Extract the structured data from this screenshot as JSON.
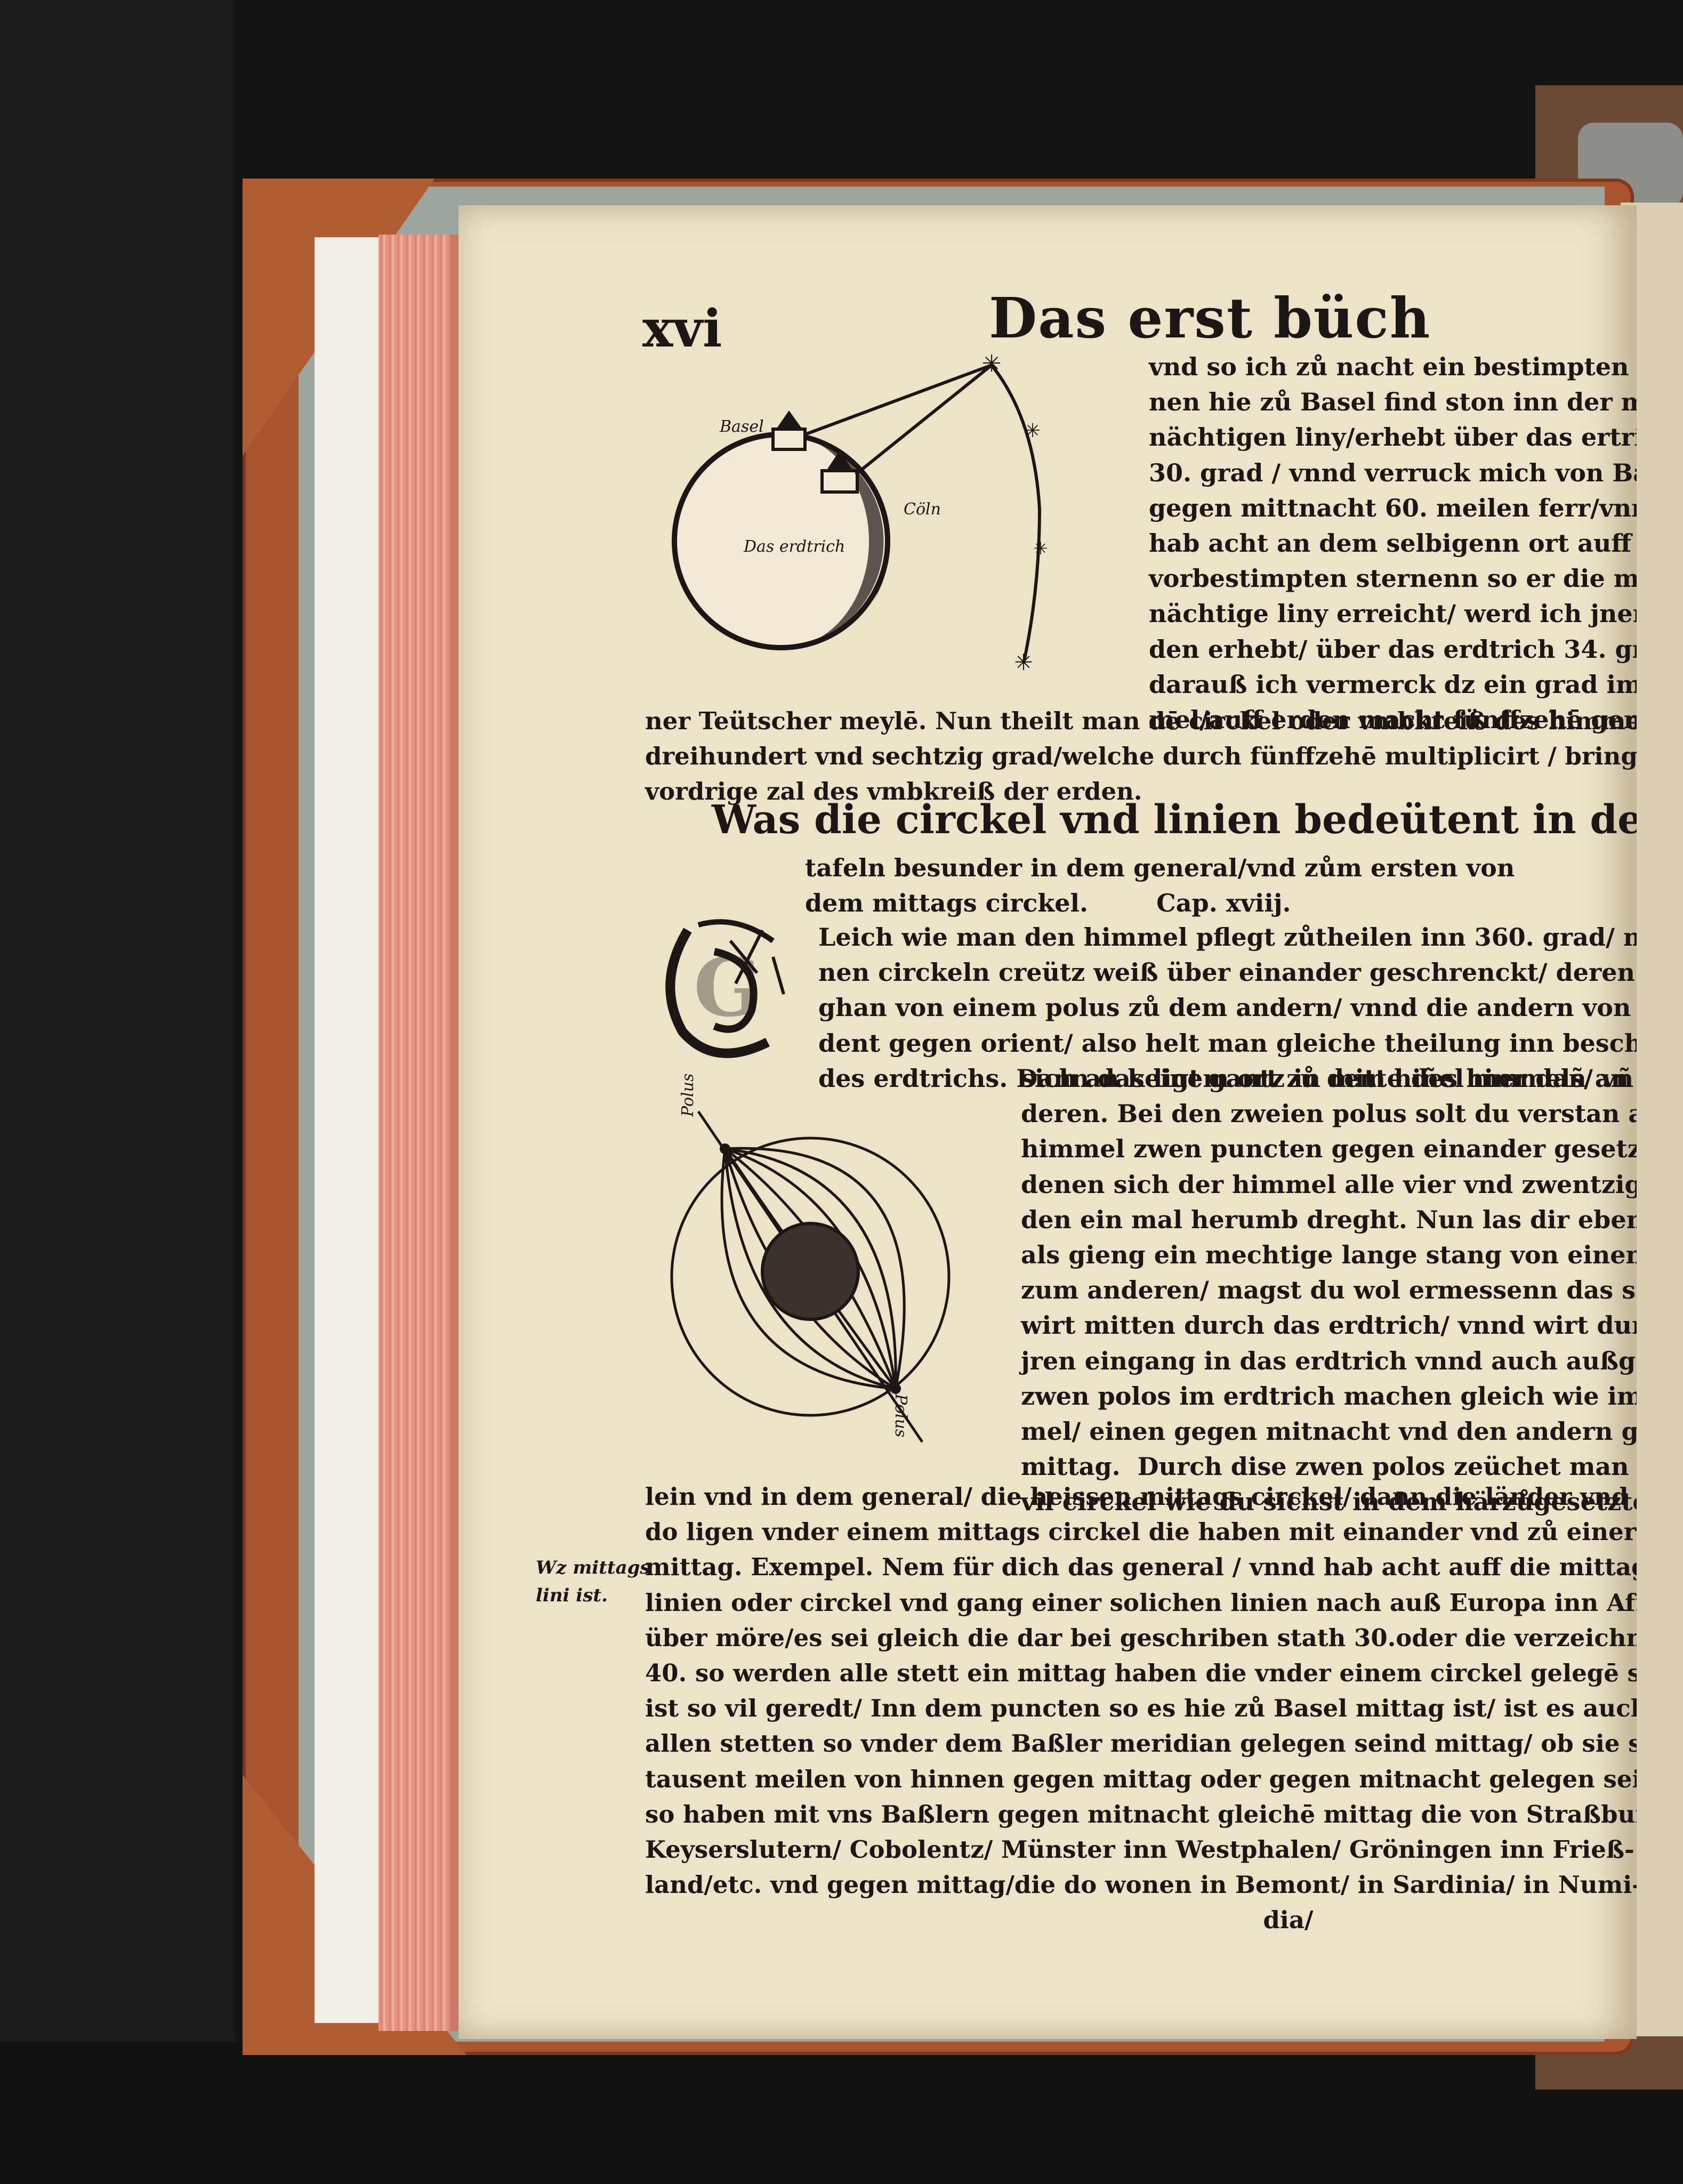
{
  "header": {
    "folio": "xvi",
    "title": "Das erst büch"
  },
  "figure_earth": {
    "label_basel": "Basel",
    "label_coln": "Cöln",
    "label_earth": "Das erdtrich"
  },
  "text_top_right": "vnd so ich zů nacht ein bestimpten ster-\nnen hie zů Basel find ston inn der mit-\nnächtigen liny/erhebt über das ertrich\n30. grad / vnnd verruck mich von Basel\ngegen mittnacht 60. meilen ferr/vnnd\nhab acht an dem selbigenn ort auff den\nvorbestimpten sternenn so er die mit-\nnächtige liny erreicht/ werd ich jnen fin\nden erhebt/ über das erdtrich 34. grad/\ndarauß ich vermerck dz ein grad im him\nmel/auff erden macht fünffzehē gemey",
  "text_full_1": "ner Teütscher meylē. Nun theilt man dē circkel oder vmbkreiß des himmels in\ndreihundert vnd sechtzig grad/welche durch fünffzehē multiplicirt / bringen die\nvordrige zal des vmbkreiß der erden.",
  "heading": "Was die circkel vnd linien bedeütent in den land",
  "subheading": "tafeln besunder in dem general/vnd zům ersten von\ndem mittags circkel.        Cap. xviij.",
  "initial_letter": "G",
  "text_initial": "Leich wie man den himmel pflegt zůtheilen inn 360. grad/ nach sei-\nnen circkeln creütz weiß über einander geschrenckt/ deren ein theil\nghan von einem polus zů dem andern/ vnnd die andern von occi-\ndent gegen orient/ also helt man gleiche theilung inn beschreibung\ndes erdtrichs. Dann das ligt gantz in mitte des himmels/ vñ neigt",
  "figure_poles": {
    "label_top": "Polus",
    "label_bottom": "Polus"
  },
  "text_right_2": "sich an keinem ort zů dem hiñel mer dañ an dem an\nderen. Bei den zweien polus solt du verstan an dem\nhimmel zwen puncten gegen einander gesetzet / an\ndenen sich der himmel alle vier vnd zwentzig stun-\nden ein mal herumb dreght. Nun las dir eben sein\nals gieng ein mechtige lange stang von einem polo\nzum anderen/ magst du wol ermessenn das sie ghan\nwirt mitten durch das erdtrich/ vnnd wirt durch\njren eingang in das erdtrich vnnd auch außgang/\nzwen polos im erdtrich machen gleich wie im him-\nmel/ einen gegen mitnacht vnd den andern gegen\nmittag.  Durch dise zwen polos zeüchet man num\nvil circkel wie du sichst in dem härzůgesetzten figür",
  "text_full_2": "lein vnd in dem general/ die heissen mittags circkel/ dann die länder vnd stett so\ndo ligen vnder einem mittags circkel die haben mit einander vnd zů einer stund\nmittag. Exempel. Nem für dich das general / vnnd hab acht auff die mittags\nlinien oder circkel vnd gang einer solichen linien nach auß Europa inn Africam\nüber möre/es sei gleich die dar bei geschriben stath 30.oder die verzeichnet ist mit\n40. so werden alle stett ein mittag haben die vnder einem circkel gelegē seind. Das\nist so vil geredt/ Inn dem puncten so es hie zů Basel mittag ist/ ist es auch inn\nallen stetten so vnder dem Baßler meridian gelegen seind mittag/ ob sie schon\ntausent meilen von hinnen gegen mittag oder gegen mitnacht gelegen seind. Al-\nso haben mit vns Baßlern gegen mitnacht gleichē mittag die von Straßburg/\nKeyserslutern/ Cobolentz/ Münster inn Westphalen/ Gröningen inn Frieß-\nland/etc. vnd gegen mittag/die do wonen in Bemont/ in Sardinia/ in Numi-\n                                                                          dia/",
  "margin_note": "Wz mittags\nlini ist."
}
